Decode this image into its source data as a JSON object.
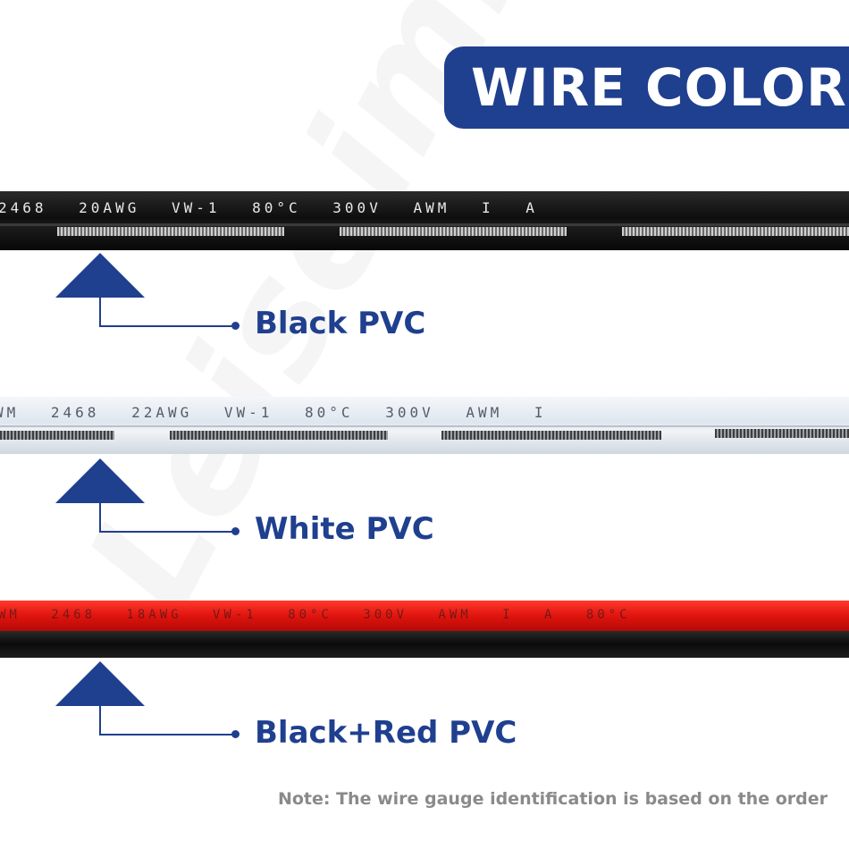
{
  "title": "WIRE COLOR",
  "watermark": "Leiseimi",
  "wires": [
    {
      "print": "2468  20AWG  VW-1  80°C  300V  AWM  I  A",
      "label": "Black PVC"
    },
    {
      "print": "WM  2468  22AWG  VW-1  80°C  300V  AWM  I",
      "label": "White PVC"
    },
    {
      "print": "WM  2468  18AWG  VW-1  80°C  300V  AWM  I  A  80°C",
      "label": "Black+Red PVC"
    }
  ],
  "note": "Note: The wire gauge identification is based on the order",
  "colors": {
    "accent": "#1f3f8f",
    "wire_black": "#111111",
    "wire_white": "#e6ecf2",
    "wire_red": "#e0140e",
    "note_text": "#8a8a8a"
  }
}
